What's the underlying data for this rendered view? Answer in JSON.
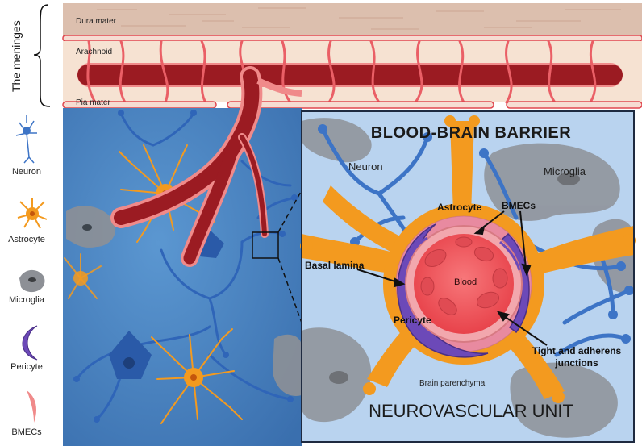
{
  "meninges": {
    "group_label": "The meninges",
    "layers": {
      "dura": "Dura mater",
      "arachnoid": "Arachnoid",
      "pia": "Pia mater"
    }
  },
  "legend": [
    {
      "label": "Neuron",
      "icon": "neuron-icon"
    },
    {
      "label": "Astrocyte",
      "icon": "astrocyte-icon"
    },
    {
      "label": "Microglia",
      "icon": "microglia-icon"
    },
    {
      "label": "Pericyte",
      "icon": "pericyte-icon"
    },
    {
      "label": "BMECs",
      "icon": "bmec-icon"
    }
  ],
  "inset": {
    "title": "BLOOD-BRAIN BARRIER",
    "subtitle": "NEUROVASCULAR UNIT",
    "labels": {
      "neuron": "Neuron",
      "microglia": "Microglia",
      "astrocyte": "Astrocyte",
      "bmecs": "BMECs",
      "basal_lamina": "Basal lamina",
      "blood": "Blood",
      "pericyte": "Pericyte",
      "junctions_line1": "Tight and adherens",
      "junctions_line2": "junctions",
      "parenchyma": "Brain parenchyma"
    }
  },
  "colors": {
    "dura": "#dcbfae",
    "arachnoid": "#f6e2d2",
    "vessel_dark": "#9b1b22",
    "vessel_light": "#f08a8a",
    "tissue": "#4f8cc8",
    "inset_bg": "#b9d3ef",
    "astrocyte": "#f39a1f",
    "neuron": "#3d74c6",
    "pericyte": "#6c49b8",
    "blood": "#f0585f",
    "microglia": "#8d9096"
  }
}
